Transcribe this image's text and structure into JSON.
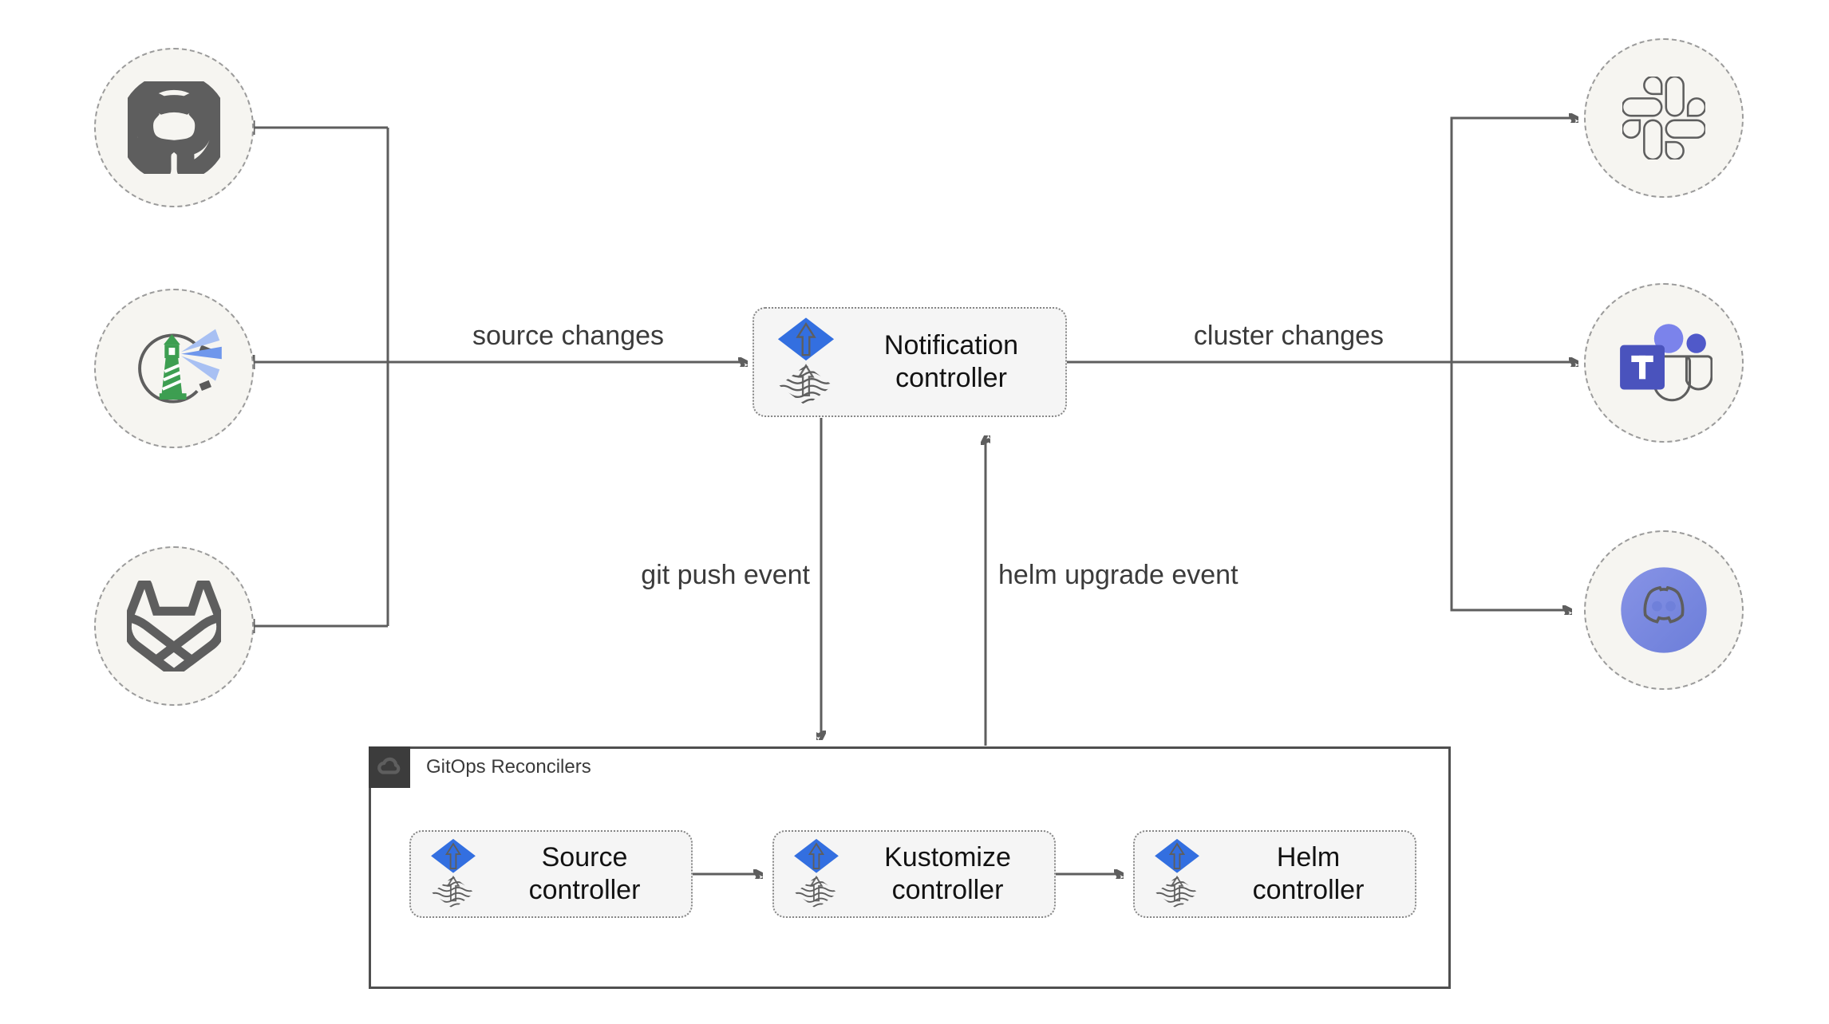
{
  "nodes": {
    "notification": {
      "label": "Notification controller"
    },
    "source": {
      "label": "Source controller"
    },
    "kustomize": {
      "label": "Kustomize controller"
    },
    "helm": {
      "label": "Helm controller"
    }
  },
  "container": {
    "label": "GitOps Reconcilers",
    "icon": "cloud-icon"
  },
  "edge_labels": {
    "source_changes": "source changes",
    "cluster_changes": "cluster changes",
    "git_push": "git push event",
    "helm_upgrade": "helm upgrade event"
  },
  "endpoints": {
    "left": [
      {
        "icon": "github-icon"
      },
      {
        "icon": "harbor-icon"
      },
      {
        "icon": "gitlab-icon"
      }
    ],
    "right": [
      {
        "icon": "slack-icon"
      },
      {
        "icon": "teams-icon"
      },
      {
        "icon": "discord-icon"
      }
    ]
  },
  "colors": {
    "flux_blue": "#336fe0",
    "flux_wave_blue": "#4177e6",
    "flux_light_arrow": "#b3c8f4",
    "connector_line": "#5e5e5e",
    "edge_label_text": "#3b3b3b",
    "node_label_text": "#121212",
    "endpoint_fill": "#f6f5f1",
    "endpoint_border": "#9b9b9b",
    "node_fill": "#f5f5f5",
    "container_border": "#4f4f4f",
    "container_badge": "#3c3c3c",
    "github": "#1e2a38",
    "harbor_green": "#3d9e51",
    "gitlab": [
      "#e24329",
      "#fc6d26",
      "#fca326"
    ],
    "slack": [
      "#36c5f0",
      "#2eb67d",
      "#e01e5a",
      "#ecb22c"
    ],
    "teams": [
      "#4a53bd",
      "#5059c9",
      "#7b83eb"
    ],
    "discord": "#7888dd"
  }
}
